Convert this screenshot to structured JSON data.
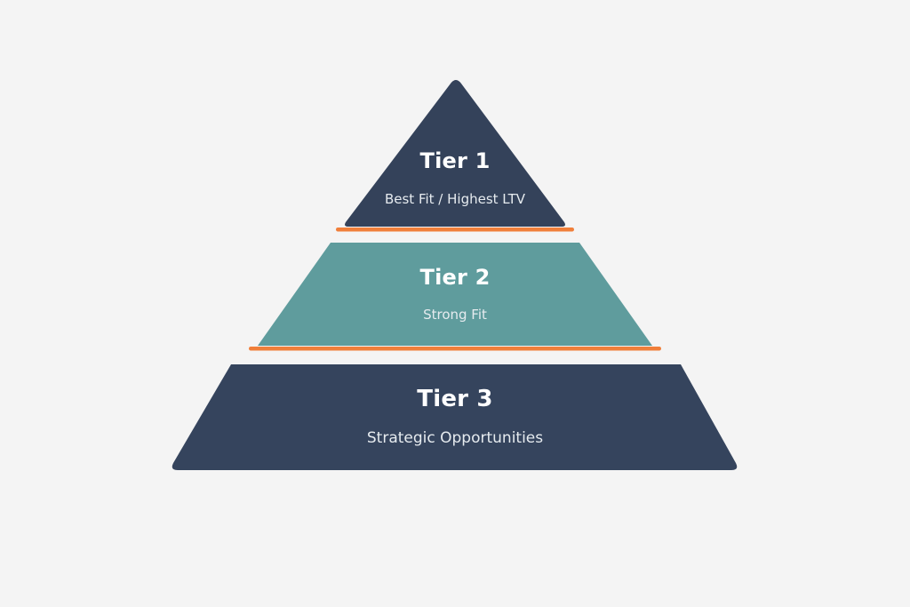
{
  "diagram": {
    "type": "pyramid",
    "tiers": [
      {
        "title": "Tier 1",
        "subtitle": "Best Fit / Highest LTV",
        "color": "#34425a"
      },
      {
        "title": "Tier 2",
        "subtitle": "Strong Fit",
        "color": "#5f9c9d"
      },
      {
        "title": "Tier 3",
        "subtitle": "Strategic Opportunities",
        "color": "#35445d"
      }
    ],
    "separator_color": "#f07f3a",
    "background_color": "#f4f4f4"
  }
}
